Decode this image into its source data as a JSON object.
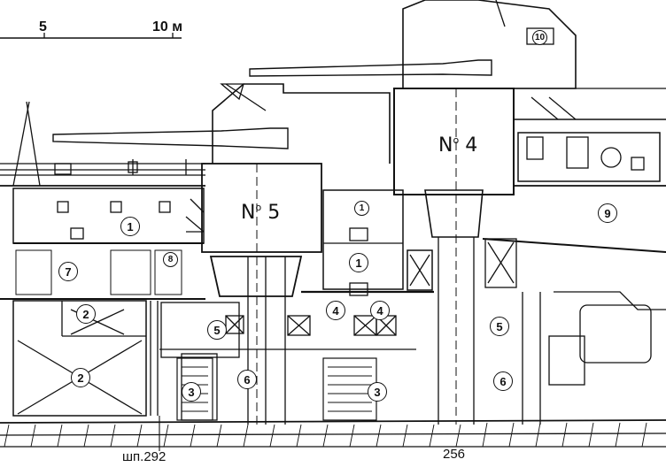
{
  "scale": {
    "label_left": "5",
    "label_right": "10 м"
  },
  "turrets": [
    {
      "no_label": "N",
      "sup": "o",
      "num": "5"
    },
    {
      "no_label": "N",
      "sup": "o",
      "num": "4"
    }
  ],
  "frames": {
    "left": "шп.292",
    "right": "256"
  },
  "markers": {
    "m1a": "1",
    "m1b": "1",
    "m1c": "1",
    "m2a": "2",
    "m2b": "2",
    "m3a": "3",
    "m3b": "3",
    "m4a": "4",
    "m4b": "4",
    "m5a": "5",
    "m5b": "5",
    "m6a": "6",
    "m6b": "6",
    "m7": "7",
    "m8": "8",
    "m9": "9",
    "m10": "10"
  }
}
